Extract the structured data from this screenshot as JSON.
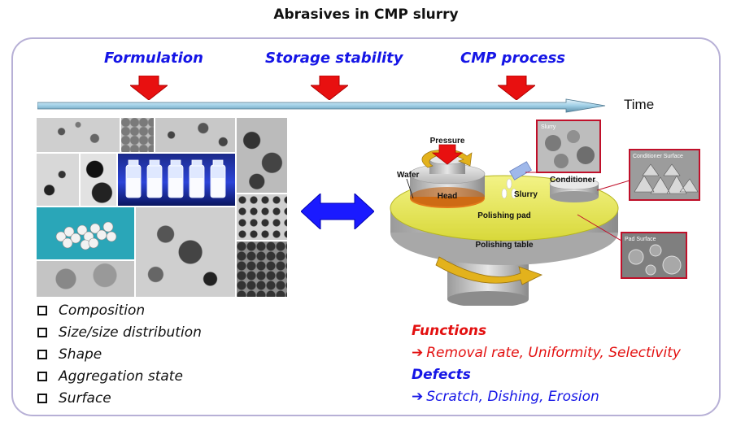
{
  "title": "Abrasives in CMP slurry",
  "stages": [
    "Formulation",
    "Storage stability",
    "CMP process"
  ],
  "time_label": "Time",
  "properties": [
    "Composition",
    "Size/size distribution",
    "Shape",
    "Aggregation state",
    "Surface"
  ],
  "functions": {
    "heading": "Functions",
    "items": "Removal rate, Uniformity, Selectivity",
    "color": "#e31010"
  },
  "defects": {
    "heading": "Defects",
    "items": "Scratch, Dishing, Erosion",
    "color": "#1515e6"
  },
  "diagram": {
    "pressure": "Pressure",
    "wafer": "Wafer",
    "head": "Head",
    "slurry": "Slurry",
    "conditioner": "Conditioner",
    "polishing_pad": "Polishing pad",
    "polishing_table": "Polishing table",
    "inset_slurry": "Slurry",
    "inset_conditioner_surface": "Conditioner Surface",
    "inset_pad_surface": "Pad Surface"
  },
  "colors": {
    "stage_text": "#1515e6",
    "down_arrow": "#e81010",
    "double_arrow": "#1a1aff",
    "pad": "#e8e84a",
    "frame_border": "#b7b0d6"
  }
}
